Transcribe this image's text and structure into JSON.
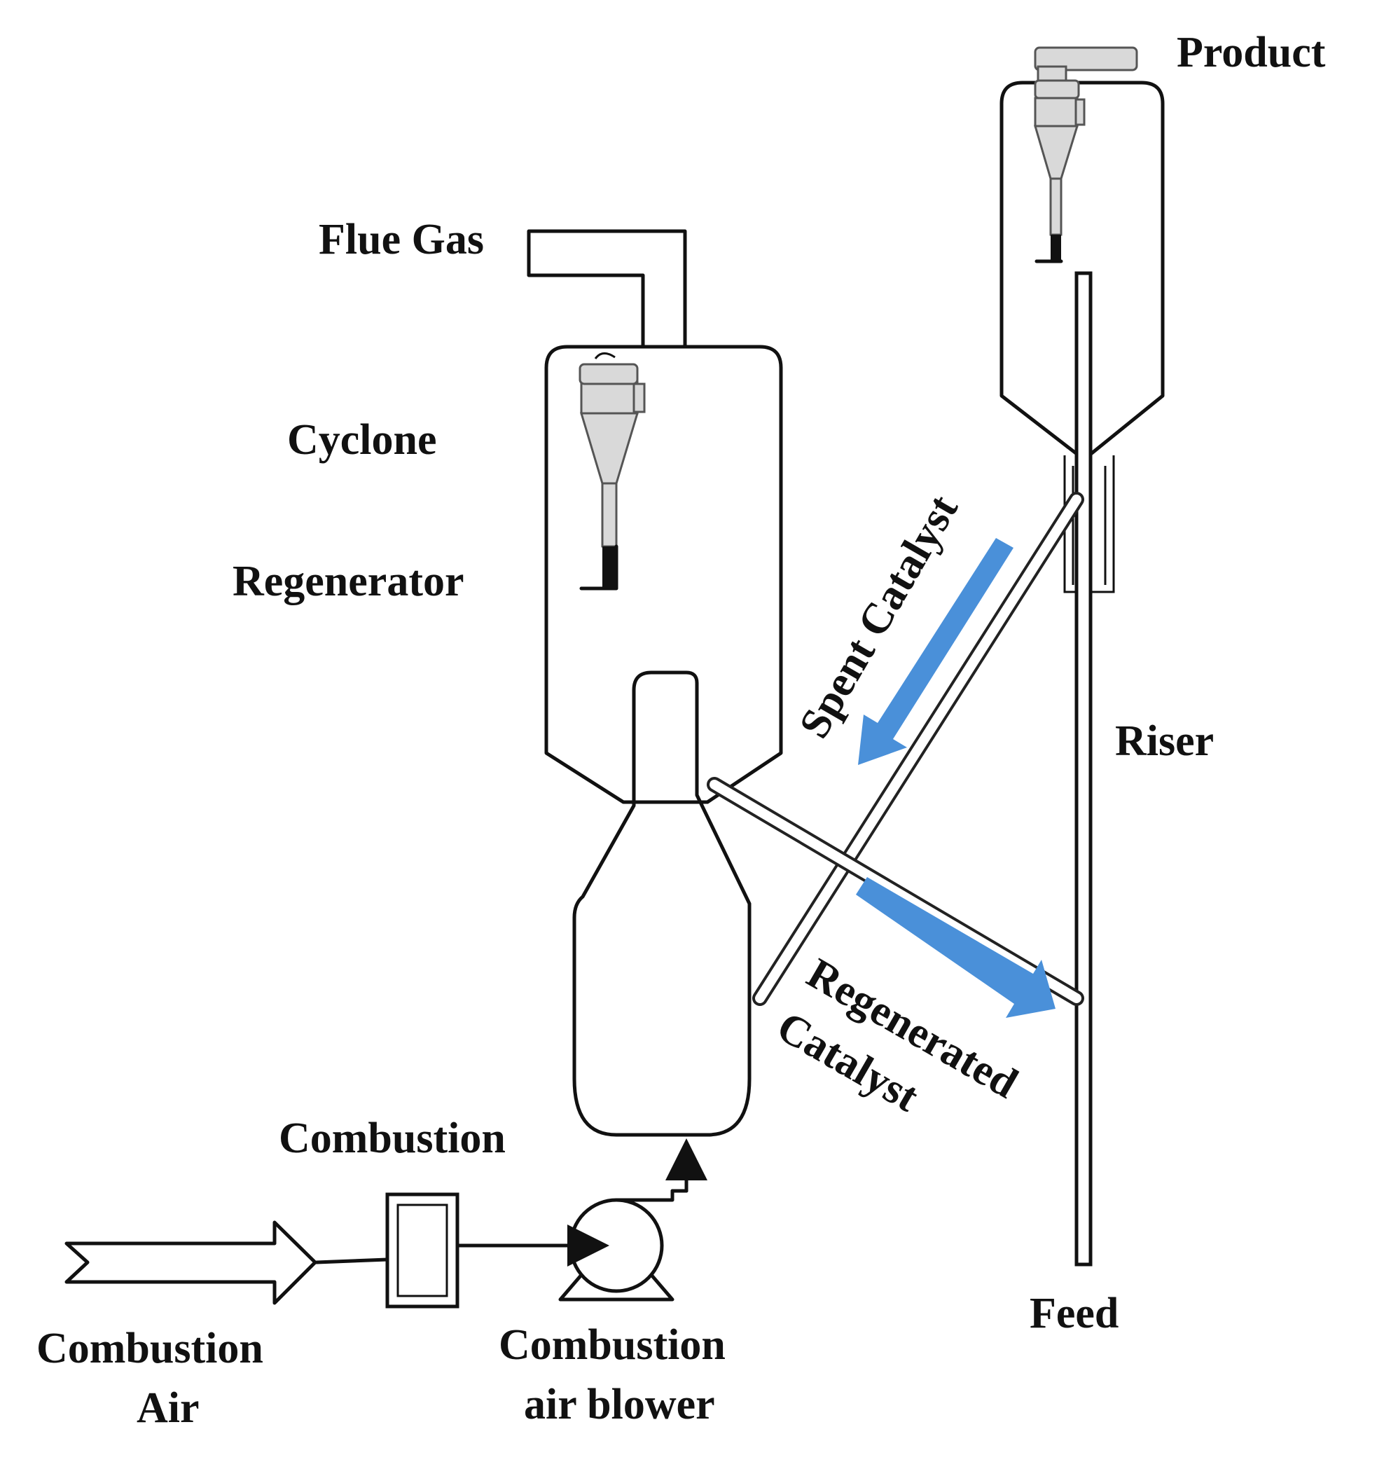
{
  "labels": {
    "product": "Product",
    "flue_gas": "Flue Gas",
    "cyclone": "Cyclone",
    "regenerator": "Regenerator",
    "spent_catalyst": "Spent Catalyst",
    "riser": "Riser",
    "regenerated_line1": "Regenerated",
    "regenerated_line2": "Catalyst",
    "combustion": "Combustion",
    "combustion_air_line1": "Combustion",
    "combustion_air_line2": "Air",
    "blower_line1": "Combustion",
    "blower_line2": "air blower",
    "feed": "Feed"
  },
  "colors": {
    "flow_arrow": "#4a90d9",
    "outline": "#111111",
    "cyclone_fill": "#d9d9d9"
  }
}
